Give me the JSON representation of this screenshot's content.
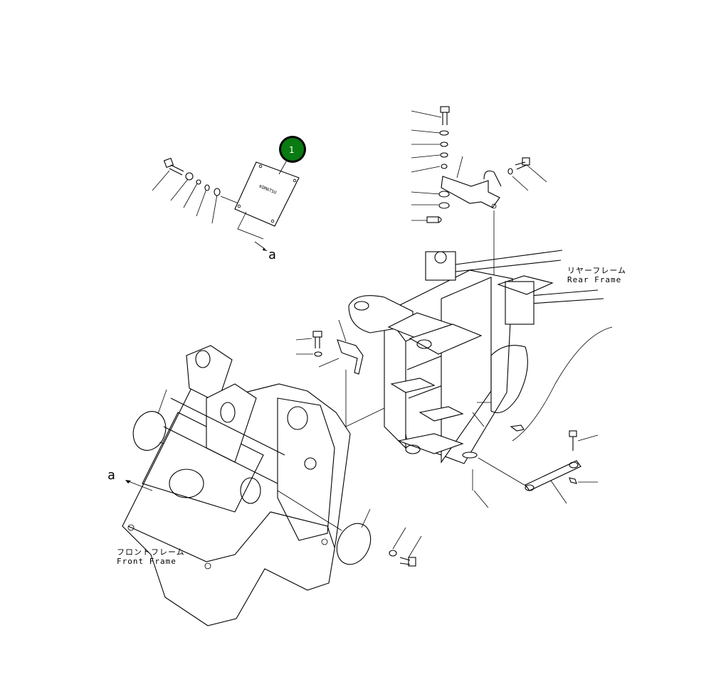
{
  "callout": {
    "number": "1",
    "color": "#0a7a12",
    "ring": "#000000"
  },
  "plate_text": "KOMATSU",
  "labels": {
    "marker_a_top": "a",
    "marker_a_left": "a",
    "rear_frame_jp": "リヤーフレーム",
    "rear_frame_en": "Rear Frame",
    "front_frame_jp": "フロントフレーム",
    "front_frame_en": "Front Frame"
  },
  "icons": {
    "plate": "nameplate-icon",
    "bolt": "bolt-icon",
    "washer": "washer-icon",
    "cover": "cover-plate-icon"
  }
}
